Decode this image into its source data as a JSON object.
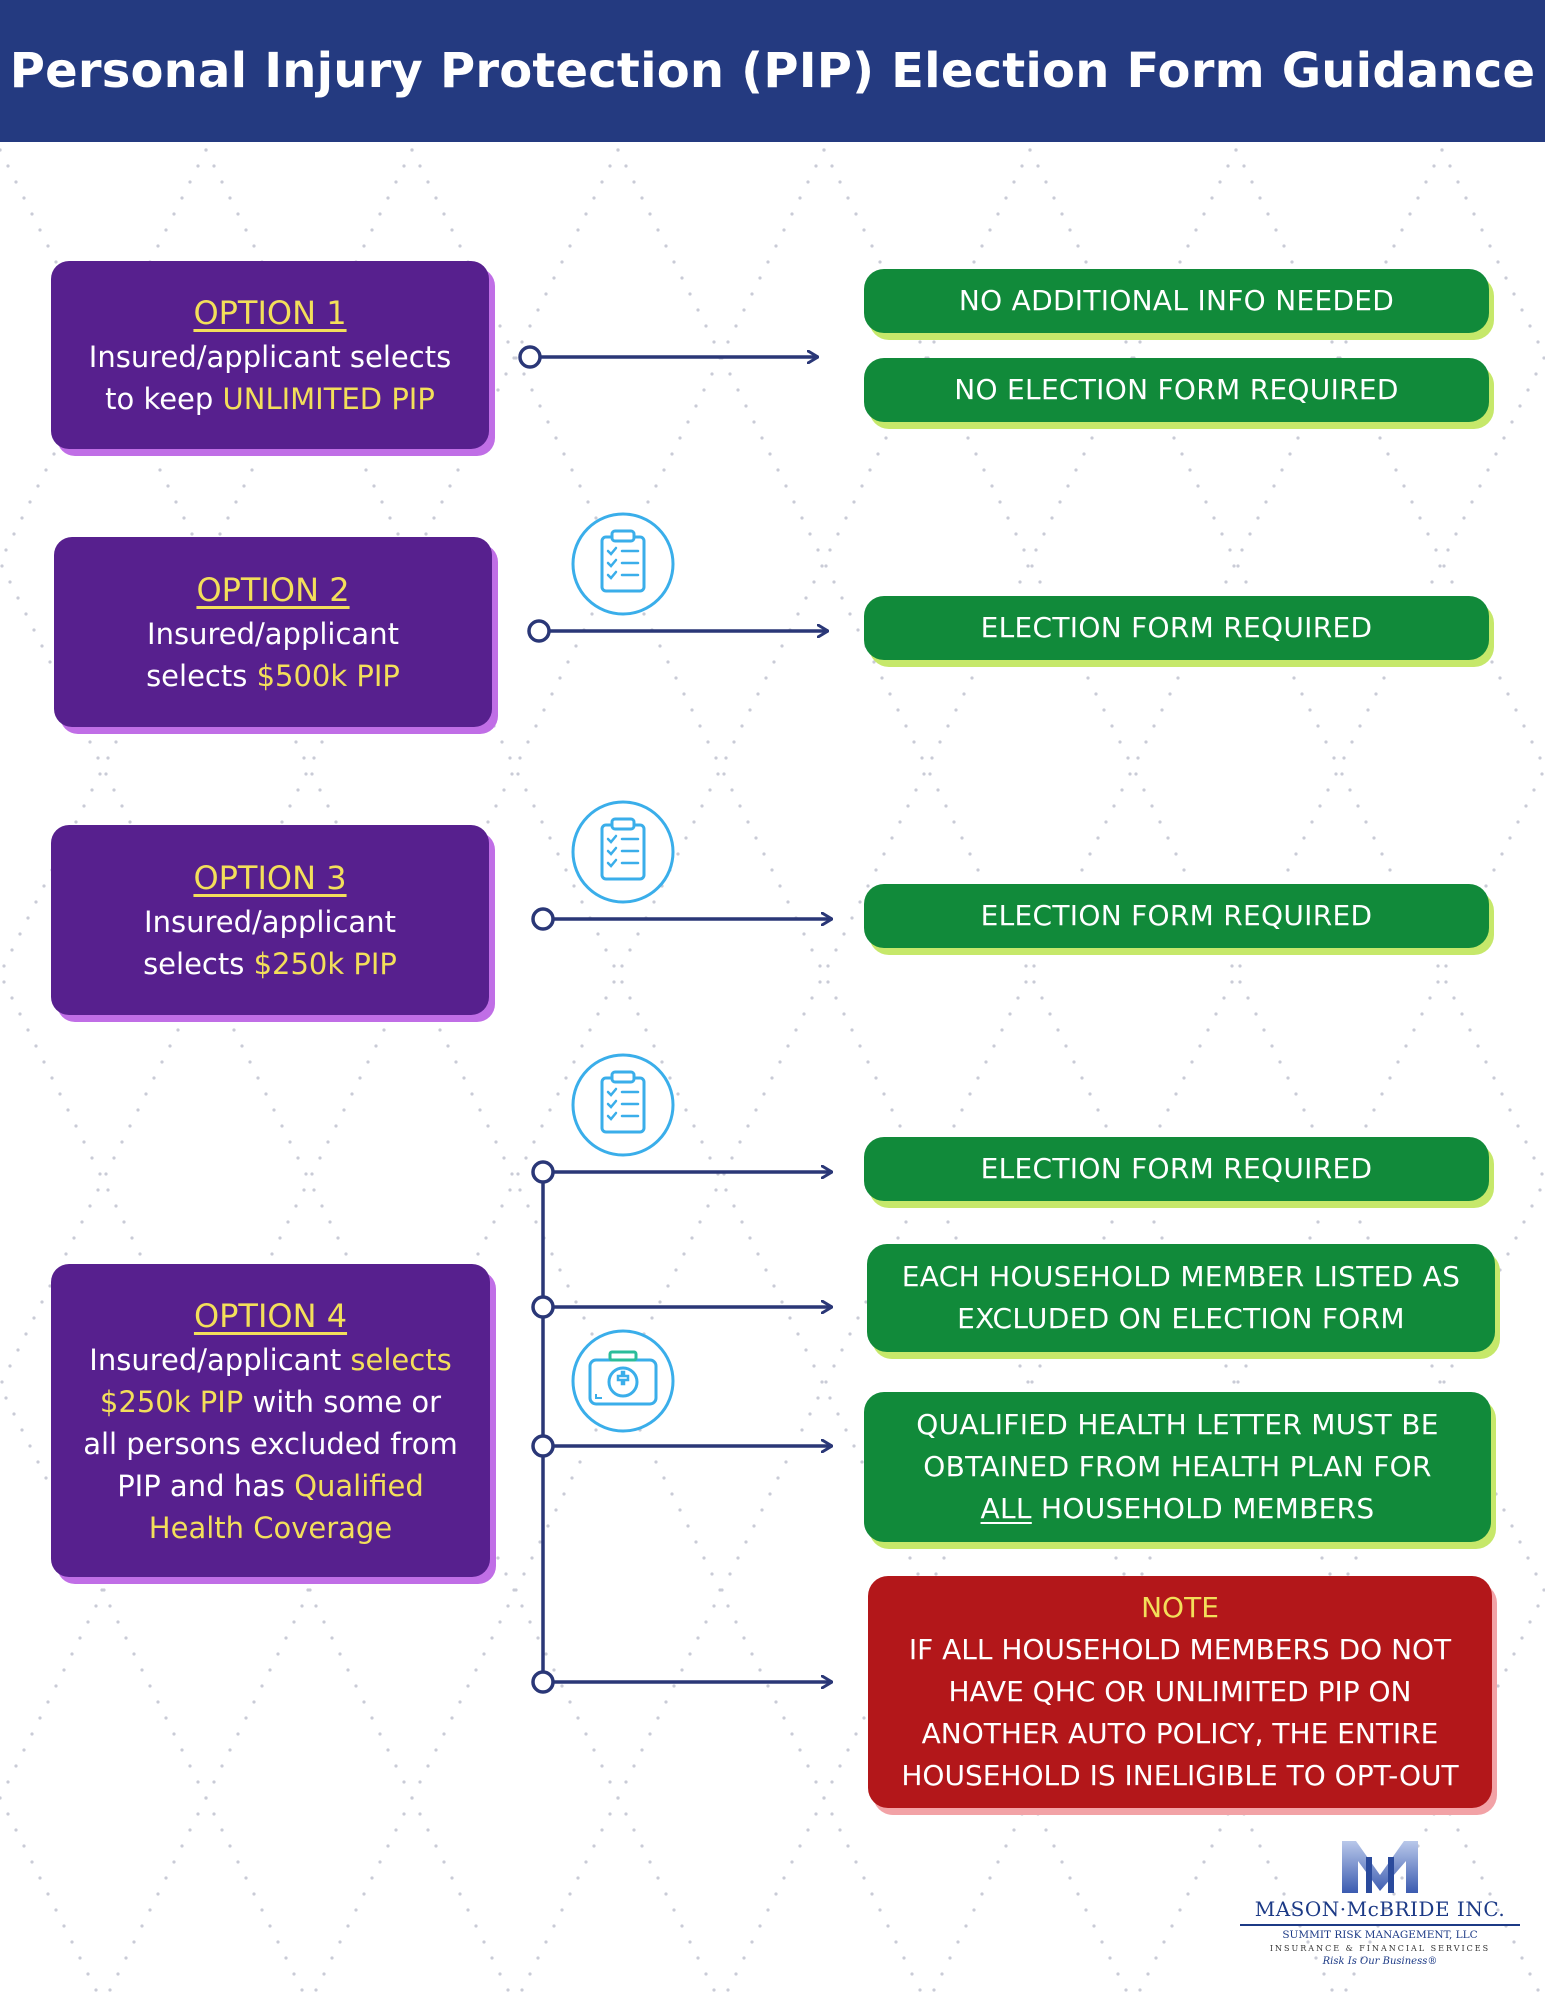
{
  "header": {
    "title": "Personal Injury Protection (PIP) Election Form Guidance"
  },
  "options": [
    {
      "title": "OPTION 1",
      "line1": "Insured/applicant selects",
      "line2_pre": "to keep ",
      "line2_hl": "UNLIMITED PIP"
    },
    {
      "title": "OPTION 2",
      "line1": "Insured/applicant",
      "line2_pre": "selects ",
      "line2_hl": "$500k PIP"
    },
    {
      "title": "OPTION 3",
      "line1": "Insured/applicant",
      "line2_pre": "selects ",
      "line2_hl": "$250k PIP"
    },
    {
      "title": "OPTION 4",
      "l1_pre": "Insured/applicant ",
      "l1_hl": "selects",
      "l2_hl": "$250k PIP",
      "l2_post": " with some or",
      "l3": "all persons excluded from",
      "l4_pre": "PIP and has ",
      "l4_hl": "Qualified",
      "l5_hl": "Health Coverage"
    }
  ],
  "results": {
    "opt1_a": "NO ADDITIONAL INFO NEEDED",
    "opt1_b": "NO ELECTION FORM REQUIRED",
    "opt2": "ELECTION FORM REQUIRED",
    "opt3": "ELECTION FORM REQUIRED",
    "opt4_a": "ELECTION FORM REQUIRED",
    "opt4_b_l1": "EACH HOUSEHOLD MEMBER LISTED AS",
    "opt4_b_l2": "EXCLUDED ON ELECTION FORM",
    "opt4_c_l1": "QUALIFIED HEALTH LETTER MUST BE",
    "opt4_c_l2": "OBTAINED FROM HEALTH PLAN FOR",
    "opt4_c_l3_u": "ALL",
    "opt4_c_l3_post": " HOUSEHOLD MEMBERS"
  },
  "note": {
    "title": "NOTE",
    "l1": "IF ALL HOUSEHOLD MEMBERS DO NOT",
    "l2": "HAVE QHC OR UNLIMITED PIP ON",
    "l3": "ANOTHER AUTO POLICY, THE ENTIRE",
    "l4": "HOUSEHOLD IS INELIGIBLE TO OPT-OUT"
  },
  "logo": {
    "name": "MASON·McBRIDE INC.",
    "sub": "SUMMIT RISK MANAGEMENT, LLC",
    "services": "INSURANCE & FINANCIAL SERVICES",
    "tagline": "Risk Is Our Business®"
  },
  "colors": {
    "header": "#243a80",
    "option_box": "#57208e",
    "highlight": "#f3df5a",
    "result_box": "#118a3a",
    "note_box": "#b3171a",
    "connector": "#2a3777",
    "icon": "#3aaeea"
  },
  "icons": [
    "clipboard-checklist-icon",
    "medical-kit-icon"
  ]
}
